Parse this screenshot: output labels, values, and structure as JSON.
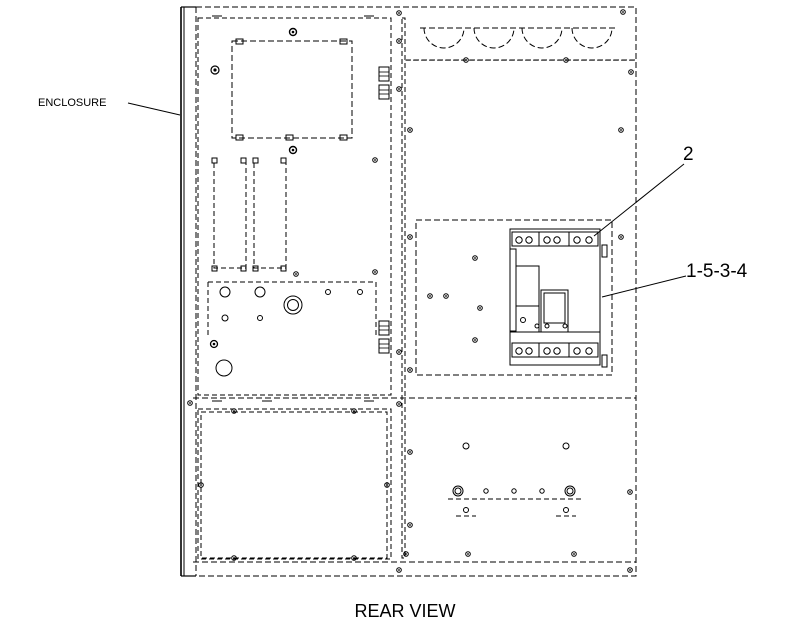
{
  "labels": {
    "enclosure": "ENCLOSURE",
    "callout_2": "2",
    "callout_1534": "1-5-3-4",
    "view_title": "REAR VIEW"
  },
  "colors": {
    "line": "#000000",
    "background": "#ffffff"
  }
}
